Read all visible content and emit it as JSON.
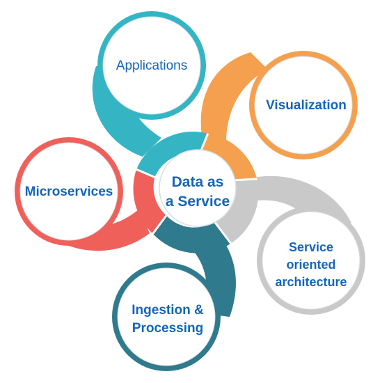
{
  "center": {
    "line1": "Data as",
    "line2": "a Service"
  },
  "nodes": [
    {
      "id": "applications",
      "lines": [
        "Applications"
      ],
      "color": "#35b5c4",
      "bold": false
    },
    {
      "id": "visualization",
      "lines": [
        "Visualization"
      ],
      "color": "#f5a04e",
      "bold": true
    },
    {
      "id": "service-oriented-architecture",
      "lines": [
        "Service",
        "oriented",
        "architecture"
      ],
      "color": "#c9c9c9",
      "bold": true
    },
    {
      "id": "ingestion-processing",
      "lines": [
        "Ingestion &",
        "Processing"
      ],
      "color": "#2f7a8c",
      "bold": true
    },
    {
      "id": "microservices",
      "lines": [
        "Microservices"
      ],
      "color": "#f0605a",
      "bold": true
    }
  ],
  "text_color": "#1565b8"
}
